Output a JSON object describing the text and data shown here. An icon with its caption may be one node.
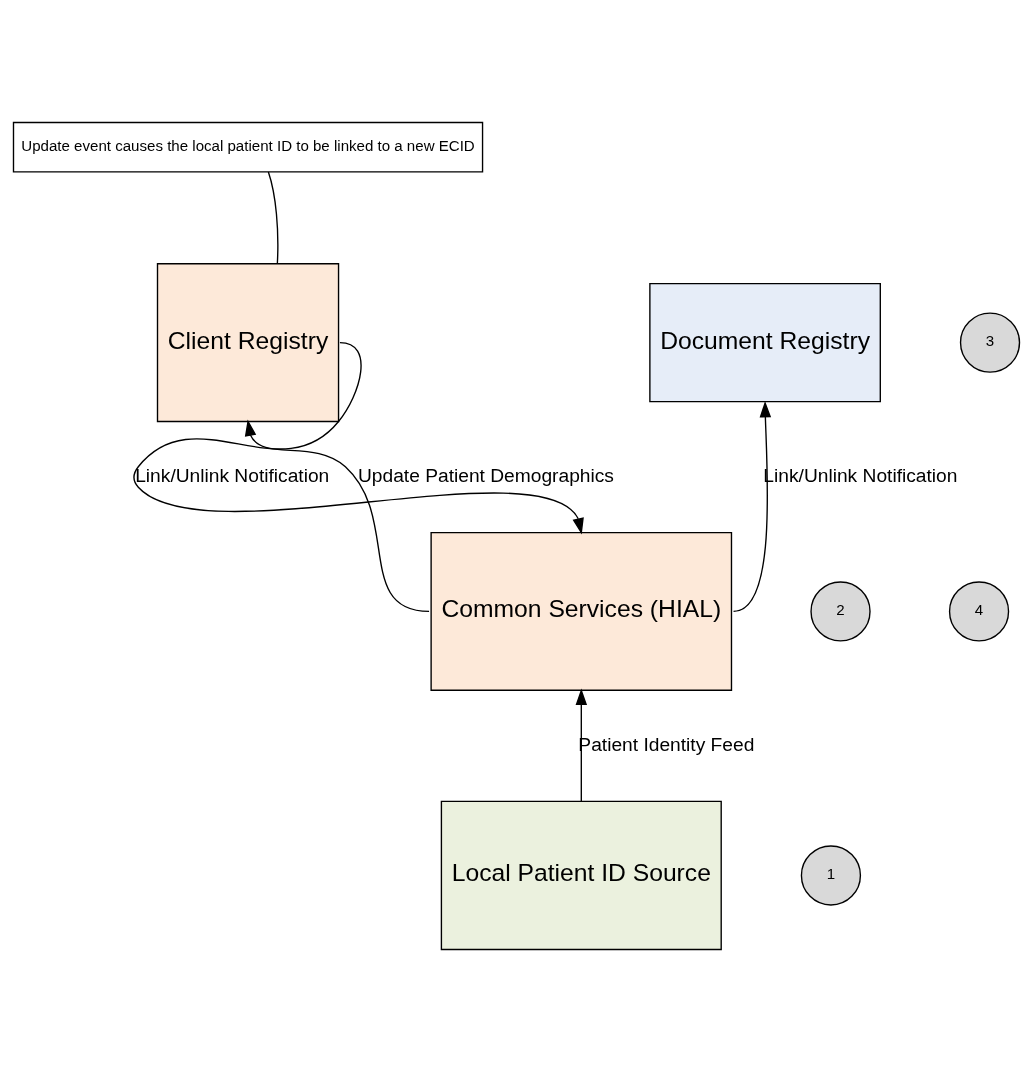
{
  "diagram": {
    "nodes": [
      {
        "text": [
          "Update event causes the local patient ID to be linked to a new ECID"
        ]
      },
      {
        "text": [
          "Client Registry"
        ]
      },
      {
        "text": [
          "Document Registry"
        ]
      },
      {
        "text": [
          "3"
        ]
      },
      {
        "text": [
          "Common Services (HIAL)"
        ]
      },
      {
        "text": [
          "2"
        ]
      },
      {
        "text": [
          "4"
        ]
      },
      {
        "text": [
          "1"
        ]
      },
      {
        "text": [
          "Local Patient ID Source"
        ]
      }
    ],
    "edges": [
      {
        "from": 0,
        "to": 1,
        "arrow": "none"
      },
      {
        "from": 4,
        "to": 1,
        "arrow": "to",
        "label": "Update Patient Demographics"
      },
      {
        "from": 1,
        "to": 4,
        "arrow": "to",
        "label": "Link/Unlink Notification"
      },
      {
        "from": 4,
        "to": 2,
        "arrow": "to",
        "label": "Link/Unlink Notification"
      },
      {
        "from": 8,
        "to": 4,
        "arrow": "to",
        "label": "Patient Identity Feed"
      }
    ]
  }
}
